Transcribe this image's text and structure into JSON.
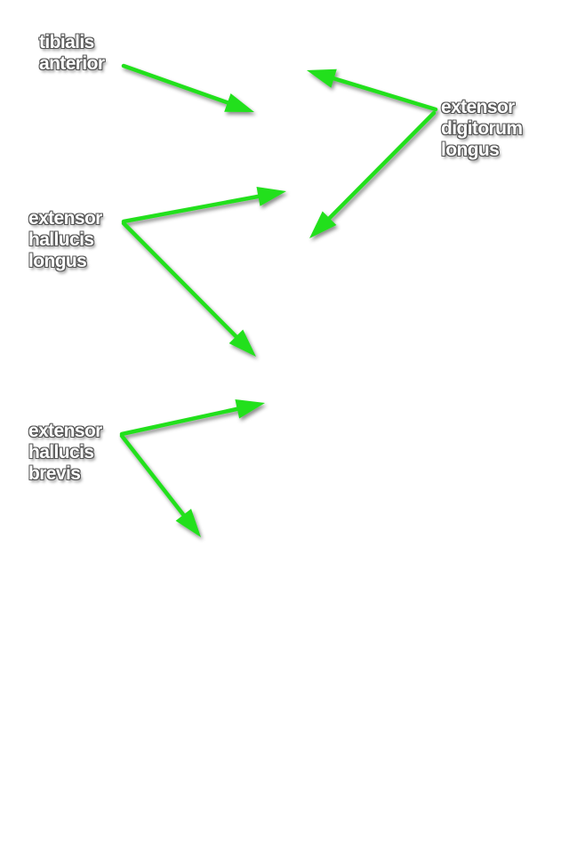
{
  "accent_color": "#22e01c",
  "labels": {
    "tibialis_anterior": [
      "tibialis",
      "anterior"
    ],
    "extensor_digitorum_longus": [
      "extensor",
      "digitorum",
      "longus"
    ],
    "extensor_hallucis_longus": [
      "extensor",
      "hallucis",
      "longus"
    ],
    "extensor_hallucis_brevis": [
      "extensor",
      "hallucis",
      "brevis"
    ]
  }
}
